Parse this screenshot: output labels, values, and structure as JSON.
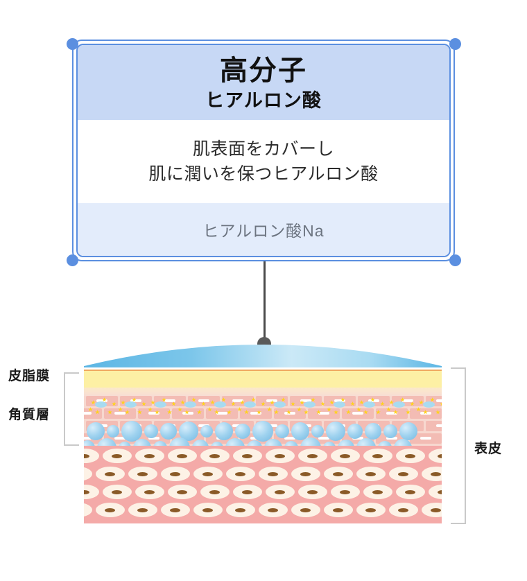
{
  "card": {
    "title": "高分子",
    "subtitle": "ヒアルロン酸",
    "description_lines": [
      "肌表面をカバーし",
      "肌に潤いを保つヒアルロン酸"
    ],
    "ingredient": "ヒアルロン酸Na",
    "colors": {
      "border": "#5b8fe0",
      "header_band": "#c7d8f5",
      "footer_band": "#e3ecfb",
      "corner_dot": "#5b8fe0"
    }
  },
  "diagram": {
    "labels": {
      "sebum_film": "皮脂膜",
      "stratum_corneum": "角質層",
      "epidermis": "表皮"
    },
    "layers": [
      {
        "name": "water-film",
        "color": "#6fc0e8"
      },
      {
        "name": "sebum-layer",
        "color": "#fdf0a4"
      },
      {
        "name": "stratum-corneum",
        "color": "#f7d8cf"
      },
      {
        "name": "cell-bed",
        "color": "#f4aaa8"
      }
    ],
    "particles": {
      "hyaluronic_sphere_color": "#9fd2ef",
      "star_color": "#ffd21e",
      "nucleus_color": "#8a5a27"
    },
    "connector_color": "#4a4a4a"
  }
}
